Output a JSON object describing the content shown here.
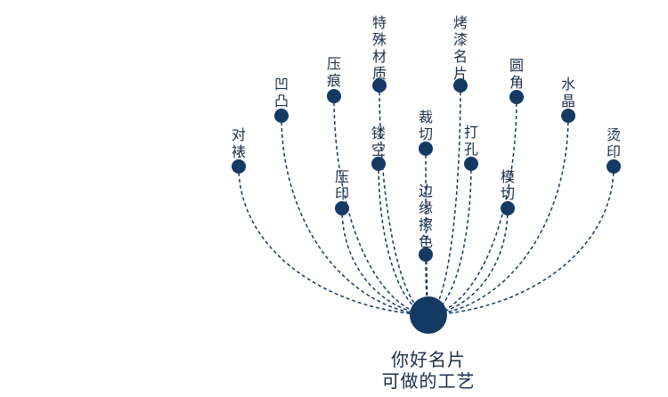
{
  "diagram": {
    "title_line1": "你好名片",
    "title_line2": "可做的工艺",
    "colors": {
      "primary": "#143a63",
      "text": "#1c2f4a"
    },
    "nodes": [
      {
        "id": "duibiao",
        "label": "对裱"
      },
      {
        "id": "aotu",
        "label": "凹凸"
      },
      {
        "id": "yahen",
        "label": "压痕"
      },
      {
        "id": "teshucaizhi",
        "label": "特殊材质"
      },
      {
        "id": "louKong",
        "label": "镂空"
      },
      {
        "id": "yayin",
        "label": "压印"
      },
      {
        "id": "caiqie",
        "label": "裁切"
      },
      {
        "id": "bianyuancase",
        "label": "边缘擦色"
      },
      {
        "id": "kaoqimingpian",
        "label": "烤漆名片"
      },
      {
        "id": "dakong",
        "label": "打孔"
      },
      {
        "id": "moqie",
        "label": "模切"
      },
      {
        "id": "yuanjiao",
        "label": "圆角"
      },
      {
        "id": "shuijing",
        "label": "水晶"
      },
      {
        "id": "tangyin",
        "label": "烫印"
      }
    ]
  }
}
